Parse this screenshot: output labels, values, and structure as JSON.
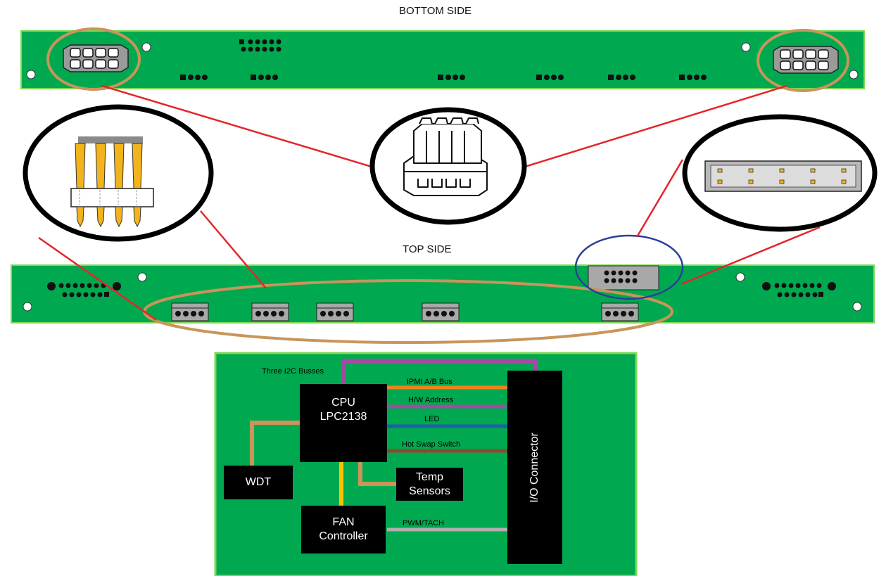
{
  "bottom_side_label": "BOTTOM SIDE",
  "top_side_label": "TOP SIDE",
  "colors": {
    "pcb_green": "#00a94f",
    "pcb_edge": "#7ed957",
    "callout_line": "#e5252a",
    "callout_tan": "#c8955a",
    "callout_blue": "#2a3f9a",
    "block_black": "#000000",
    "bus_ipmi": "#f0821f",
    "bus_hw_address": "#a24ba2",
    "bus_led": "#1f5fa8",
    "bus_hot_swap": "#8b4a2b",
    "bus_i2c": "#a24ba2",
    "bus_pwm": "#b0b0b0",
    "wdt_line": "#c8955a",
    "fan_line": "#f7c300"
  },
  "block_diagram": {
    "i2c_label": "Three I2C Busses",
    "cpu": [
      "CPU",
      "LPC2138"
    ],
    "wdt": "WDT",
    "temp": [
      "Temp",
      "Sensors"
    ],
    "fan": [
      "FAN",
      "Controller"
    ],
    "io_connector": "I/O Connector",
    "buses": {
      "ipmi": "IPMI A/B Bus",
      "hw_address": "H/W Address",
      "led": "LED",
      "hot_swap": "Hot Swap Switch",
      "pwm": "PWM/TACH"
    }
  }
}
